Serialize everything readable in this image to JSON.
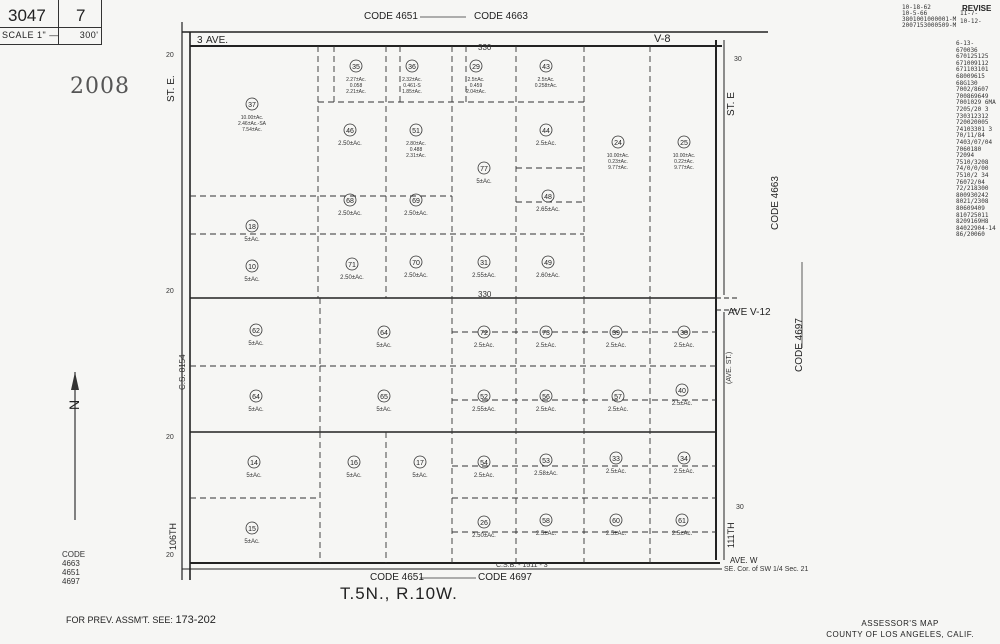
{
  "header": {
    "book": "3047",
    "page": "7",
    "scale_label": "SCALE 1\"",
    "scale_value": "300'"
  },
  "year": "2008",
  "codes": {
    "top_left": "CODE 4651",
    "top_right": "CODE 4663",
    "bottom_left": "CODE 4651",
    "bottom_right": "CODE 4697",
    "right_top": "CODE 4663",
    "right_bottom": "CODE 4697",
    "left_stack": [
      "CODE",
      "4663",
      "4651",
      "4697"
    ]
  },
  "streets": {
    "top_ave": "AVE.",
    "top_ave_number": "V-8",
    "top_ave_prefix": "3",
    "right_ave": "AVE V-12",
    "left_st": "ST. E.",
    "right_st": "ST. E",
    "bottom_ave": "AVE. W",
    "right_bottom_st": "111TH",
    "left_bottom_st": "106TH",
    "cs_left": "C.S. 8154",
    "cs_bottom": "C.S.B. - 1511 - 3",
    "ave_right_small": "(AVE. ST.)"
  },
  "dimensions": {
    "top": "330",
    "mid": "330",
    "left_20": "20",
    "right_30": "30"
  },
  "section_note": "SE. Cor. of SW 1/4 Sec. 21",
  "township": "T.5N., R.10W.",
  "prev_assmt": {
    "label": "FOR PREV. ASSM'T. SEE:",
    "value": "173-202"
  },
  "footer": {
    "line1": "ASSESSOR'S MAP",
    "line2": "COUNTY OF LOS ANGELES, CALIF."
  },
  "revisions_title": "REVISE",
  "revisions": [
    "10-18-62",
    "10-5-66",
    "3801001000001-M",
    "2007153000509-M",
    "11-7-",
    "10-12-",
    "6-13-",
    "670036",
    "670125125",
    "671009112",
    "671103101",
    "68009615",
    "68G130",
    "7002/8607",
    "700869649",
    "7001029 6MA",
    "7205/20 3",
    "730312312",
    "720020005",
    "74103301 3",
    "70/11/84",
    "7403/07/04",
    "7060180",
    "72094",
    "7510/3208",
    "74/0/0/00",
    "7510/2 34",
    "76072/04",
    "72/218300",
    "800930242",
    "8021/2308",
    "80609409",
    "810725011",
    "8209169H8",
    "84022904-14",
    "86/20060"
  ],
  "parcels": [
    {
      "id": "37",
      "area": "10.00±Ac. / 2.46±Ac.-SA / 7.54±Ac."
    },
    {
      "id": "35",
      "area": "2.27±Ac. / 0.058 / 2.21±Ac."
    },
    {
      "id": "36",
      "area": "2.32±Ac. / 0.461-S / 1.85±Ac."
    },
    {
      "id": "29",
      "area": "2.5±Ac. / 0.459 / 2.04±Ac."
    },
    {
      "id": "43",
      "area": "2.5±Ac. / 0.258±Ac."
    },
    {
      "id": "46",
      "area": "2.50±Ac."
    },
    {
      "id": "51",
      "area": "2.80±Ac. / 0.488 / 2.31±Ac."
    },
    {
      "id": "44",
      "area": "2.5±Ac."
    },
    {
      "id": "24",
      "area": "10.00±Ac. / 0.23±Ac. / 9.77±Ac."
    },
    {
      "id": "25",
      "area": "10.00±Ac. / 0.22±Ac. / 9.77±Ac."
    },
    {
      "id": "77",
      "area": "5±Ac."
    },
    {
      "id": "18",
      "area": "5±Ac."
    },
    {
      "id": "68",
      "area": "2.50±Ac."
    },
    {
      "id": "69",
      "area": "2.50±Ac."
    },
    {
      "id": "48",
      "area": "2.65±Ac."
    },
    {
      "id": "10",
      "area": "5±Ac."
    },
    {
      "id": "71",
      "area": "2.50±Ac."
    },
    {
      "id": "70",
      "area": "2.50±Ac."
    },
    {
      "id": "31",
      "area": "2.55±Ac."
    },
    {
      "id": "49",
      "area": "2.60±Ac."
    },
    {
      "id": "62",
      "area": "5±Ac."
    },
    {
      "id": "64",
      "area": "5±Ac."
    },
    {
      "id": "72",
      "area": "2.5±Ac."
    },
    {
      "id": "73",
      "area": "2.5±Ac."
    },
    {
      "id": "39",
      "area": "2.5±Ac."
    },
    {
      "id": "38",
      "area": "2.5±Ac."
    },
    {
      "id": "64",
      "area": "5±Ac."
    },
    {
      "id": "65",
      "area": "5±Ac."
    },
    {
      "id": "52",
      "area": "2.55±Ac."
    },
    {
      "id": "56",
      "area": "2.5±Ac."
    },
    {
      "id": "57",
      "area": "2.5±Ac."
    },
    {
      "id": "40",
      "area": "2.5±Ac."
    },
    {
      "id": "14",
      "area": "5±Ac."
    },
    {
      "id": "16",
      "area": "5±Ac."
    },
    {
      "id": "17",
      "area": "5±Ac."
    },
    {
      "id": "54",
      "area": "2.5±Ac."
    },
    {
      "id": "53",
      "area": "2.58±Ac."
    },
    {
      "id": "33",
      "area": "2.5±Ac."
    },
    {
      "id": "34",
      "area": "2.5±Ac."
    },
    {
      "id": "15",
      "area": "5±Ac."
    },
    {
      "id": "26",
      "area": "2.50±Ac."
    },
    {
      "id": "58",
      "area": "2.5±Ac."
    },
    {
      "id": "60",
      "area": "2.5±Ac."
    },
    {
      "id": "61",
      "area": "2.5±Ac."
    }
  ],
  "north_label": "N"
}
